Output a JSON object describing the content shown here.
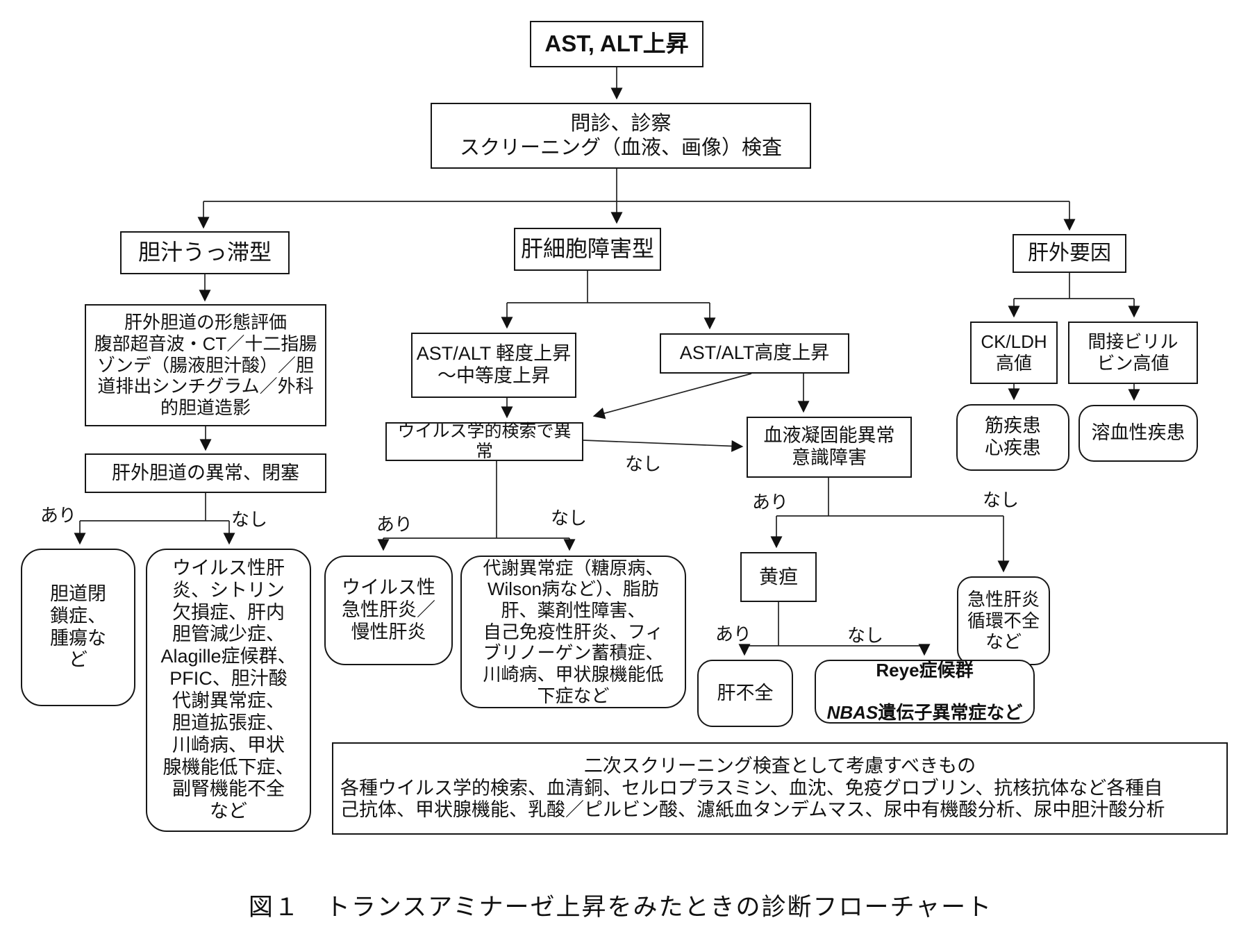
{
  "caption": "図１　トランスアミナーゼ上昇をみたときの診断フローチャート",
  "labels": {
    "yes": "あり",
    "no": "なし"
  },
  "nodes": {
    "root": "AST, ALT上昇",
    "screening": "問診、診察\nスクリーニング（血液、画像）検査",
    "cholestatic": "胆汁うっ滞型",
    "hepatocellular": "肝細胞障害型",
    "extrahepatic": "肝外要因",
    "biliary_eval": "肝外胆道の形態評価\n腹部超音波・CT／十二指腸\nゾンデ（腸液胆汁酸）／胆\n道排出シンチグラム／外科\n的胆道造影",
    "biliary_abnormal": "肝外胆道の異常、閉塞",
    "biliary_atresia": "胆道閉\n鎖症、\n腫瘍な\nど",
    "viral_hepatitis_list": "ウイルス性肝\n炎、シトリン\n欠損症、肝内\n胆管減少症、\nAlagille症候群、\nPFIC、胆汁酸\n代謝異常症、\n胆道拡張症、\n川崎病、甲状\n腺機能低下症、\n副腎機能不全\nなど",
    "mild_elevation": "AST/ALT 軽度上昇\n～中等度上昇",
    "high_elevation": "AST/ALT高度上昇",
    "viral_search": "ウイルス学的検索で異常",
    "coagulopathy": "血液凝固能異常\n意識障害",
    "viral_acute": "ウイルス性\n急性肝炎／\n慢性肝炎",
    "metabolic": "代謝異常症（糖原病、\nWilson病など）、脂肪\n肝、薬剤性障害、\n自己免疫性肝炎、フィ\nブリノーゲン蓄積症、\n川崎病、甲状腺機能低\n下症など",
    "jaundice": "黄疸",
    "acute_hepatitis": "急性肝炎\n循環不全\nなど",
    "liver_failure": "肝不全",
    "reye_line1": "Reye症候群",
    "reye_nbas": "NBAS",
    "reye_line2_rest": "遺伝子異常症など",
    "ck_ldh": "CK/LDH\n高値",
    "indirect_bilirubin": "間接ビリル\nビン高値",
    "muscle_heart": "筋疾患\n心疾患",
    "hemolytic": "溶血性疾患",
    "secondary_title": "二次スクリーニング検査として考慮すべきもの",
    "secondary_body": "各種ウイルス学的検索、血清銅、セルロプラスミン、血沈、免疫グロブリン、抗核抗体など各種自\n己抗体、甲状腺機能、乳酸／ピルビン酸、濾紙血タンデムマス、尿中有機酸分析、尿中胆汁酸分析"
  }
}
